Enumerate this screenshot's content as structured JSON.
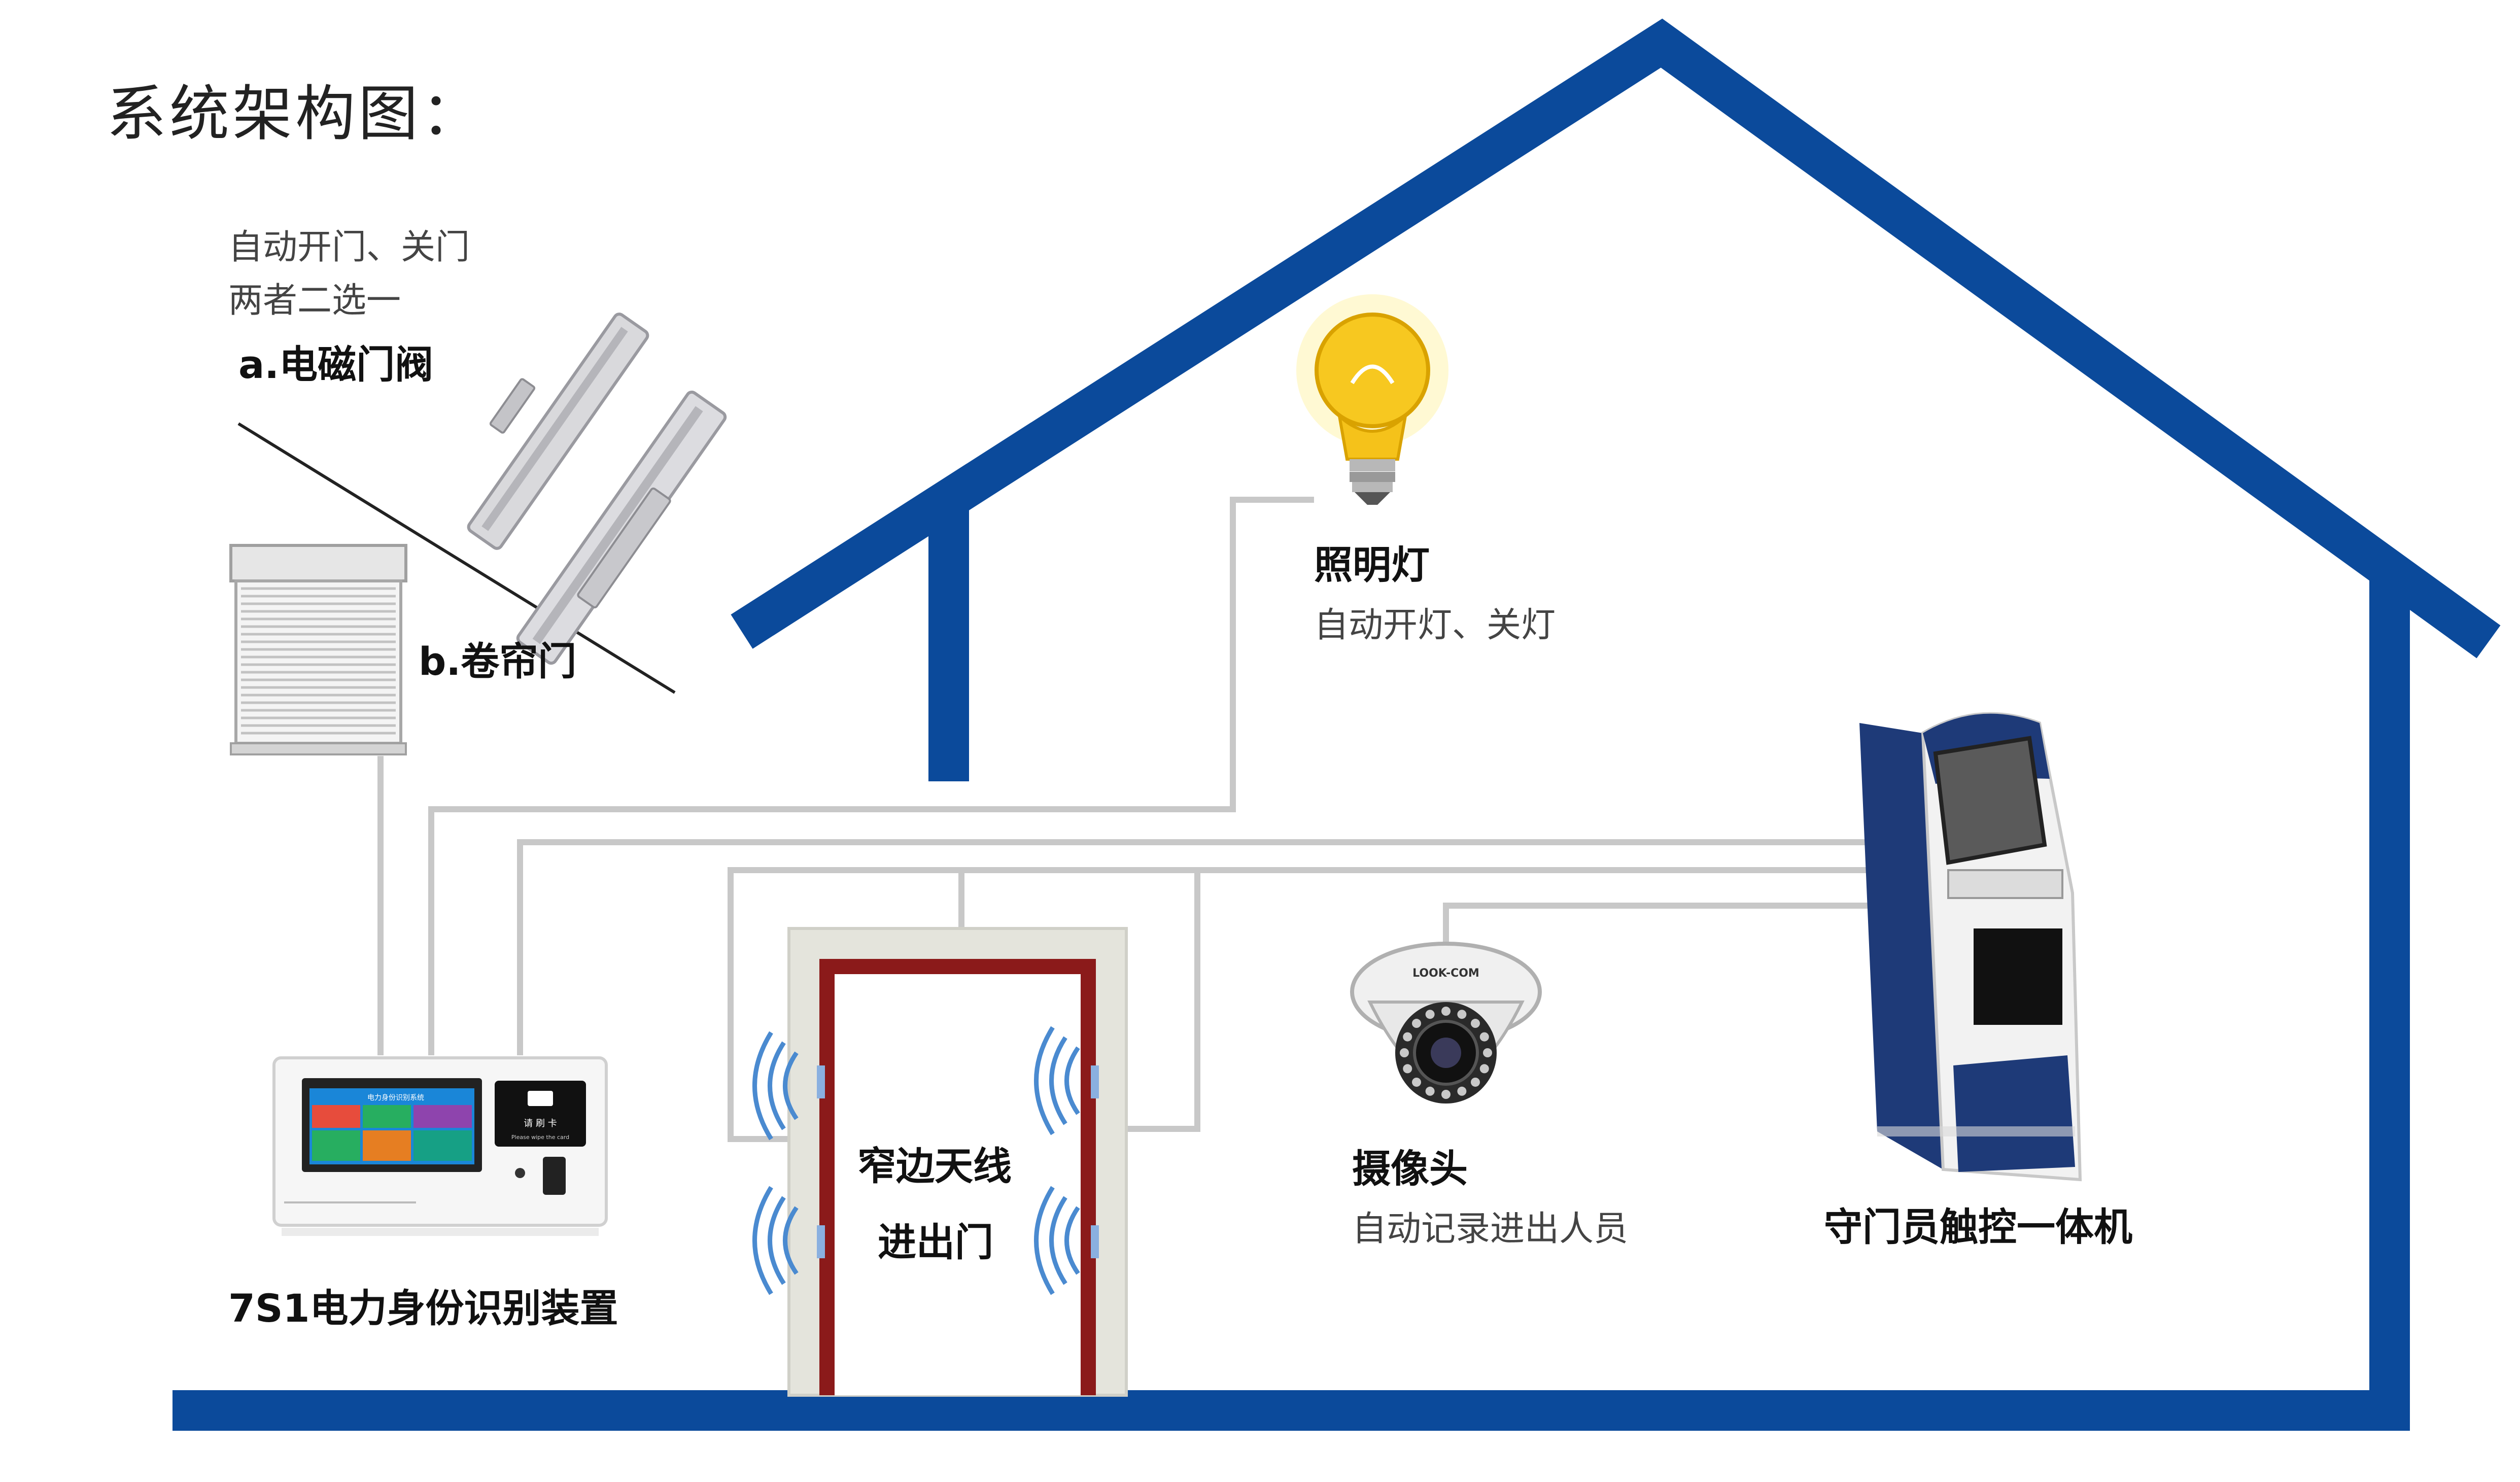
{
  "diagram": {
    "title": "系统架构图：",
    "door_options": {
      "note_line1": "自动开门、关门",
      "note_line2": "两者二选一",
      "option_a": "a.电磁门阀",
      "option_b": "b.卷帘门"
    },
    "lighting": {
      "label": "照明灯",
      "note": "自动开灯、关灯"
    },
    "antenna_door": {
      "label_line1": "窄边天线",
      "label_line2": "进出门"
    },
    "camera": {
      "label": "摄像头",
      "note": "自动记录进出人员",
      "brand": "LOOK-COM"
    },
    "kiosk": {
      "label": "守门员触控一体机"
    },
    "device": {
      "label": "7S1电力身份识别装置",
      "screen_title": "电力身份识别系统",
      "card_prompt": "请 刷 卡",
      "card_prompt_en": "Please wipe the card"
    }
  },
  "colors": {
    "house_outline": "#0b4a9b",
    "wire": "#c8c8c8",
    "door_frame": "#8b1a1a",
    "door_jamb": "#e4e4dc",
    "antenna_signal": "#4a8ad0",
    "kiosk_body": "#1e3a78",
    "bulb": "#f7c820"
  }
}
